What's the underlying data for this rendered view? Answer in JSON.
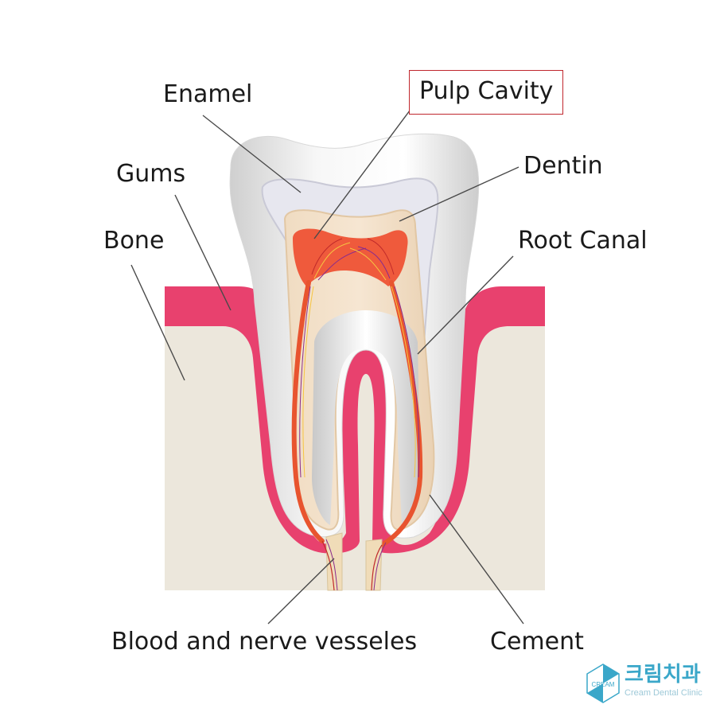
{
  "labels": {
    "enamel": "Enamel",
    "pulp_cavity": "Pulp Cavity",
    "gums": "Gums",
    "dentin": "Dentin",
    "bone": "Bone",
    "root_canal": "Root Canal",
    "blood_nerve": "Blood and nerve vesseles",
    "cement": "Cement"
  },
  "logo": {
    "name_korean": "크림치과",
    "name_english": "Cream Dental Clinic",
    "mark_letters": "CREAM"
  },
  "colors": {
    "gum": "#e8416e",
    "bone": "#ece7dc",
    "enamel": "#eeeeee",
    "dentin": "#f2dcc0",
    "pulp": "#ef5a3c",
    "highlight_box": "#c0272d",
    "logo": "#3aa7c9"
  }
}
